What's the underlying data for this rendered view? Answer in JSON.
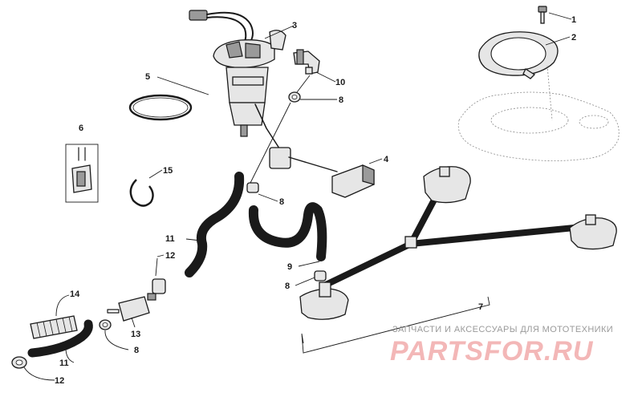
{
  "callouts": {
    "c1": "1",
    "c2": "2",
    "c3": "3",
    "c4": "4",
    "c5": "5",
    "c6": "6",
    "c7": "7",
    "c8a": "8",
    "c8b": "8",
    "c8c": "8",
    "c8d": "8",
    "c9": "9",
    "c10": "10",
    "c11a": "11",
    "c11b": "11",
    "c12a": "12",
    "c12b": "12",
    "c13": "13",
    "c14": "14",
    "c15": "15"
  },
  "watermark": {
    "caption": "ЗАПЧАСТИ И АКСЕССУАРЫ ДЛЯ МОТОТЕХНИКИ",
    "logo": "PARTSFOR.RU"
  },
  "colors": {
    "line": "#1a1a1a",
    "part_fill": "#e6e6e6",
    "watermark_caption": "#9a9a9a",
    "watermark_logo": "#f3b7b7"
  }
}
